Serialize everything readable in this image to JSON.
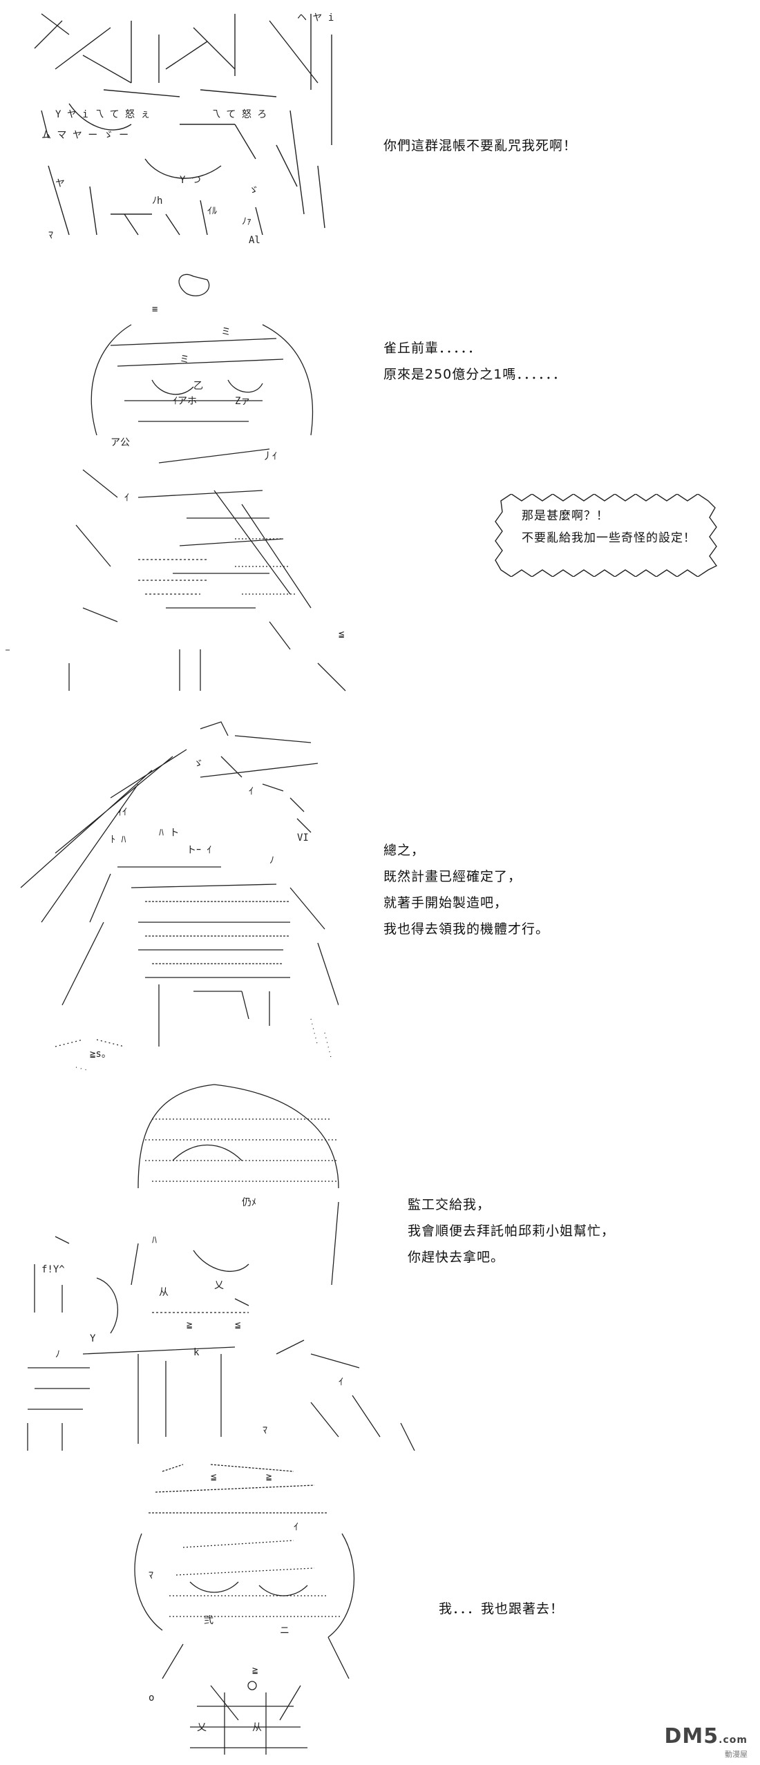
{
  "panels": [
    {
      "id": "p1",
      "lines": [
        "你們這群混帳不要亂咒我死啊！"
      ]
    },
    {
      "id": "p2",
      "lines": [
        "雀丘前輩．．．．．",
        "原來是250億分之1嗎．．．．．．"
      ],
      "bubble": [
        "那是甚麼啊？！",
        "不要亂給我加一些奇怪的設定！"
      ]
    },
    {
      "id": "p3",
      "lines": [
        "總之，",
        "既然計畫已經確定了，",
        "就著手開始製造吧，",
        "我也得去領我的機體才行。"
      ]
    },
    {
      "id": "p4",
      "lines": [
        "監工交給我，",
        "我會順便去拜託帕邱莉小姐幫忙，",
        "你趕快去拿吧。"
      ]
    },
    {
      "id": "p5",
      "lines": [
        "我．．．我也跟著去！"
      ]
    }
  ],
  "watermark": {
    "brand": "DM5",
    "suffix": ".com",
    "sub": "動漫屋"
  },
  "art_text": {
    "p1": [
      "ヘ ヤ i",
      "Y ヤ i 乁 て 怒 ぇ",
      "ム マ ヤ ー ゞ ー",
      "乁 て 怒 ろ",
      "ヤ",
      "Y つ",
      "ﾉh",
      "ｲﾙ",
      "ゞ",
      "ﾏ",
      "ﾉｧ",
      "Al"
    ],
    "p2": [
      "乙",
      "Zァ",
      "ア公",
      "ｲアホ",
      "丿ｲ",
      "ミ",
      "≡",
      "ミ",
      "≦",
      "ｲ"
    ],
    "p3": [
      "トｰ ｲ",
      "ｨｲ",
      "ﾊ ト",
      "ﾄ ﾊ",
      "ゞ",
      "≧s。",
      "VI",
      "ﾉ",
      "ｲ"
    ],
    "p4": [
      "仍ﾒ",
      "ﾊ",
      "f!Y^",
      "ﾉ",
      "乂",
      "ﾏ",
      "ｲ",
      "从",
      "k",
      "≦",
      "≧",
      "Y"
    ],
    "p5": [
      "≦",
      "≧",
      "从",
      "乂",
      "弐",
      "ニ",
      "ﾏ",
      "ｲ",
      "≧",
      "o"
    ]
  }
}
